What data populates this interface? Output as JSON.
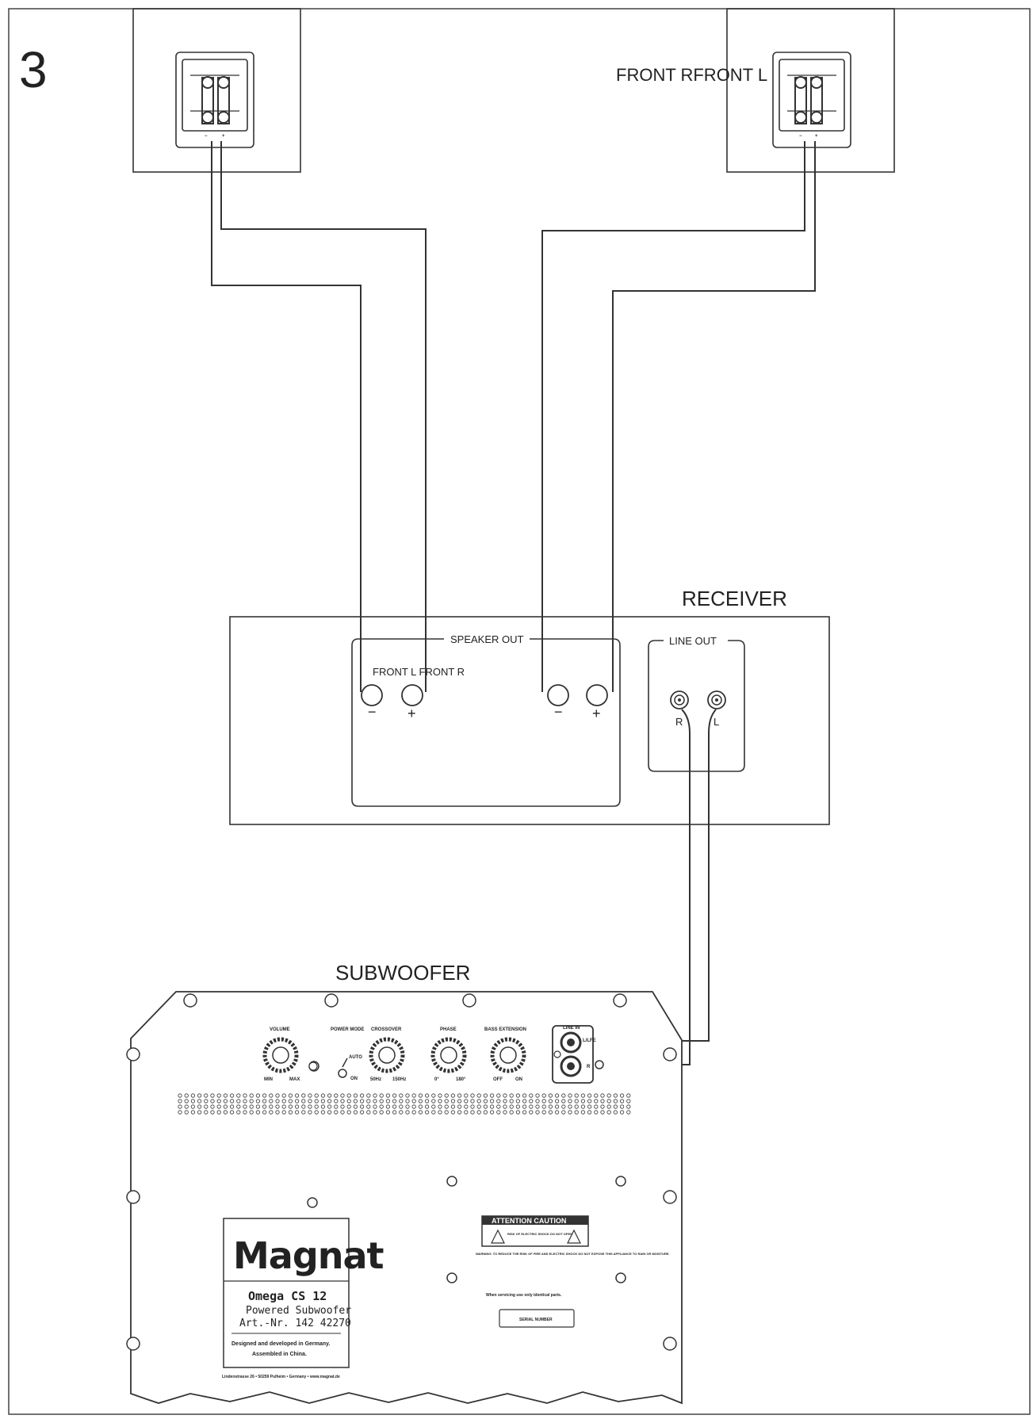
{
  "step_number": "3",
  "speakers": {
    "left_label": "",
    "right_label": "FRONT RFRONT L",
    "terminal_minus": "−",
    "terminal_plus": "+"
  },
  "receiver": {
    "title": "RECEIVER",
    "speaker_out": "SPEAKER OUT",
    "front_labels": "FRONT L FRONT R",
    "line_out": "LINE OUT",
    "line_out_r": "R",
    "line_out_l": "L",
    "minus": "−",
    "plus": "+"
  },
  "subwoofer": {
    "title": "SUBWOOFER",
    "knobs": [
      {
        "name": "VOLUME",
        "min": "MIN",
        "max": "MAX"
      },
      {
        "name": "CROSSOVER",
        "min": "50Hz",
        "max": "150Hz"
      },
      {
        "name": "PHASE",
        "min": "0°",
        "max": "180°"
      },
      {
        "name": "BASS EXTENSION",
        "min": "OFF",
        "max": "ON"
      }
    ],
    "power_mode": "POWER MODE",
    "power_mode_auto": "AUTO",
    "power_mode_on": "ON",
    "line_in": "LINE IN",
    "line_in_lfe": "L/LFE",
    "line_in_r": "R",
    "brand": "Magnat",
    "model": "Omega CS 12",
    "type": "Powered Subwoofer",
    "art_no": "Art.-Nr. 142 42270",
    "designed": "Designed and developed in Germany.",
    "assembled": "Assembled in China.",
    "address": "Lindenstrasse 26 • 50259 Pulheim • Germany • www.magnat.de",
    "attention": "ATTENTION  CAUTION",
    "shock": "RISK OF ELECTRIC SHOCK DO NOT OPEN",
    "warning": "WARNING: TO REDUCE THE RISK OF FIRE AND ELECTRIC SHOCK DO NOT EXPOSE THIS APPLIANCE TO RAIN OR MOISTURE.",
    "servicing": "When servicing use only identical parts.",
    "serial": "SERIAL NUMBER"
  }
}
